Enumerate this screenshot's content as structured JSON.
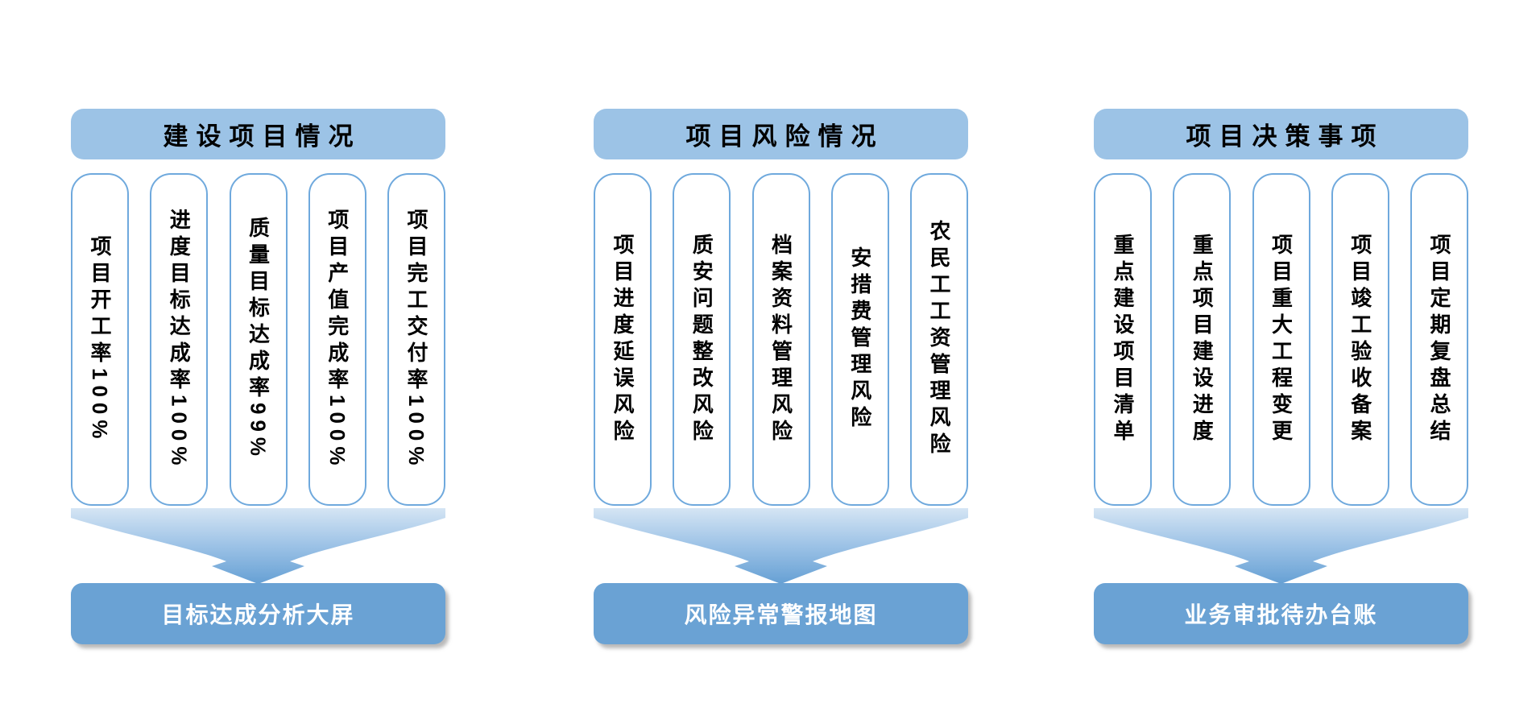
{
  "colors": {
    "background": "#ffffff",
    "header_fill": "#9CC3E6",
    "pill_border": "#6FA9DD",
    "pill_fill": "#ffffff",
    "funnel_gradient_top": "#D5E5F4",
    "funnel_gradient_mid": "#9CC2E6",
    "funnel_gradient_bottom": "#66A0D4",
    "footer_fill": "#6AA2D4",
    "header_text": "#000000",
    "pill_text": "#000000",
    "footer_text": "#ffffff"
  },
  "groups": [
    {
      "header": "建设项目情况",
      "pills": [
        "项目开工率100%",
        "进度目标达成率100%",
        "质量目标达成率99%",
        "项目产值完成率100%",
        "项目完工交付率100%"
      ],
      "footer": "目标达成分析大屏"
    },
    {
      "header": "项目风险情况",
      "pills": [
        "项目进度延误风险",
        "质安问题整改风险",
        "档案资料管理风险",
        "安措费管理风险",
        "农民工工资管理风险"
      ],
      "footer": "风险异常警报地图"
    },
    {
      "header": "项目决策事项",
      "pills": [
        "重点建设项目清单",
        "重点项目建设进度",
        "项目重大工程变更",
        "项目竣工验收备案",
        "项目定期复盘总结"
      ],
      "footer": "业务审批待办台账"
    }
  ]
}
